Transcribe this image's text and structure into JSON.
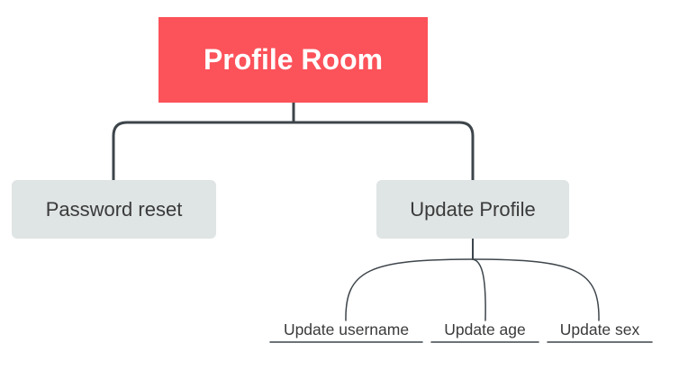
{
  "colors": {
    "root_fill": "#fc525a",
    "root_text": "#ffffff",
    "subtopic_fill": "#dfe4e4",
    "text": "#3a3a3a",
    "connector": "#3d454b"
  },
  "root": {
    "label": "Profile Room"
  },
  "subtopics": [
    {
      "label": "Password reset"
    },
    {
      "label": "Update Profile",
      "children": [
        {
          "label": "Update username"
        },
        {
          "label": "Update age"
        },
        {
          "label": "Update sex"
        }
      ]
    }
  ]
}
